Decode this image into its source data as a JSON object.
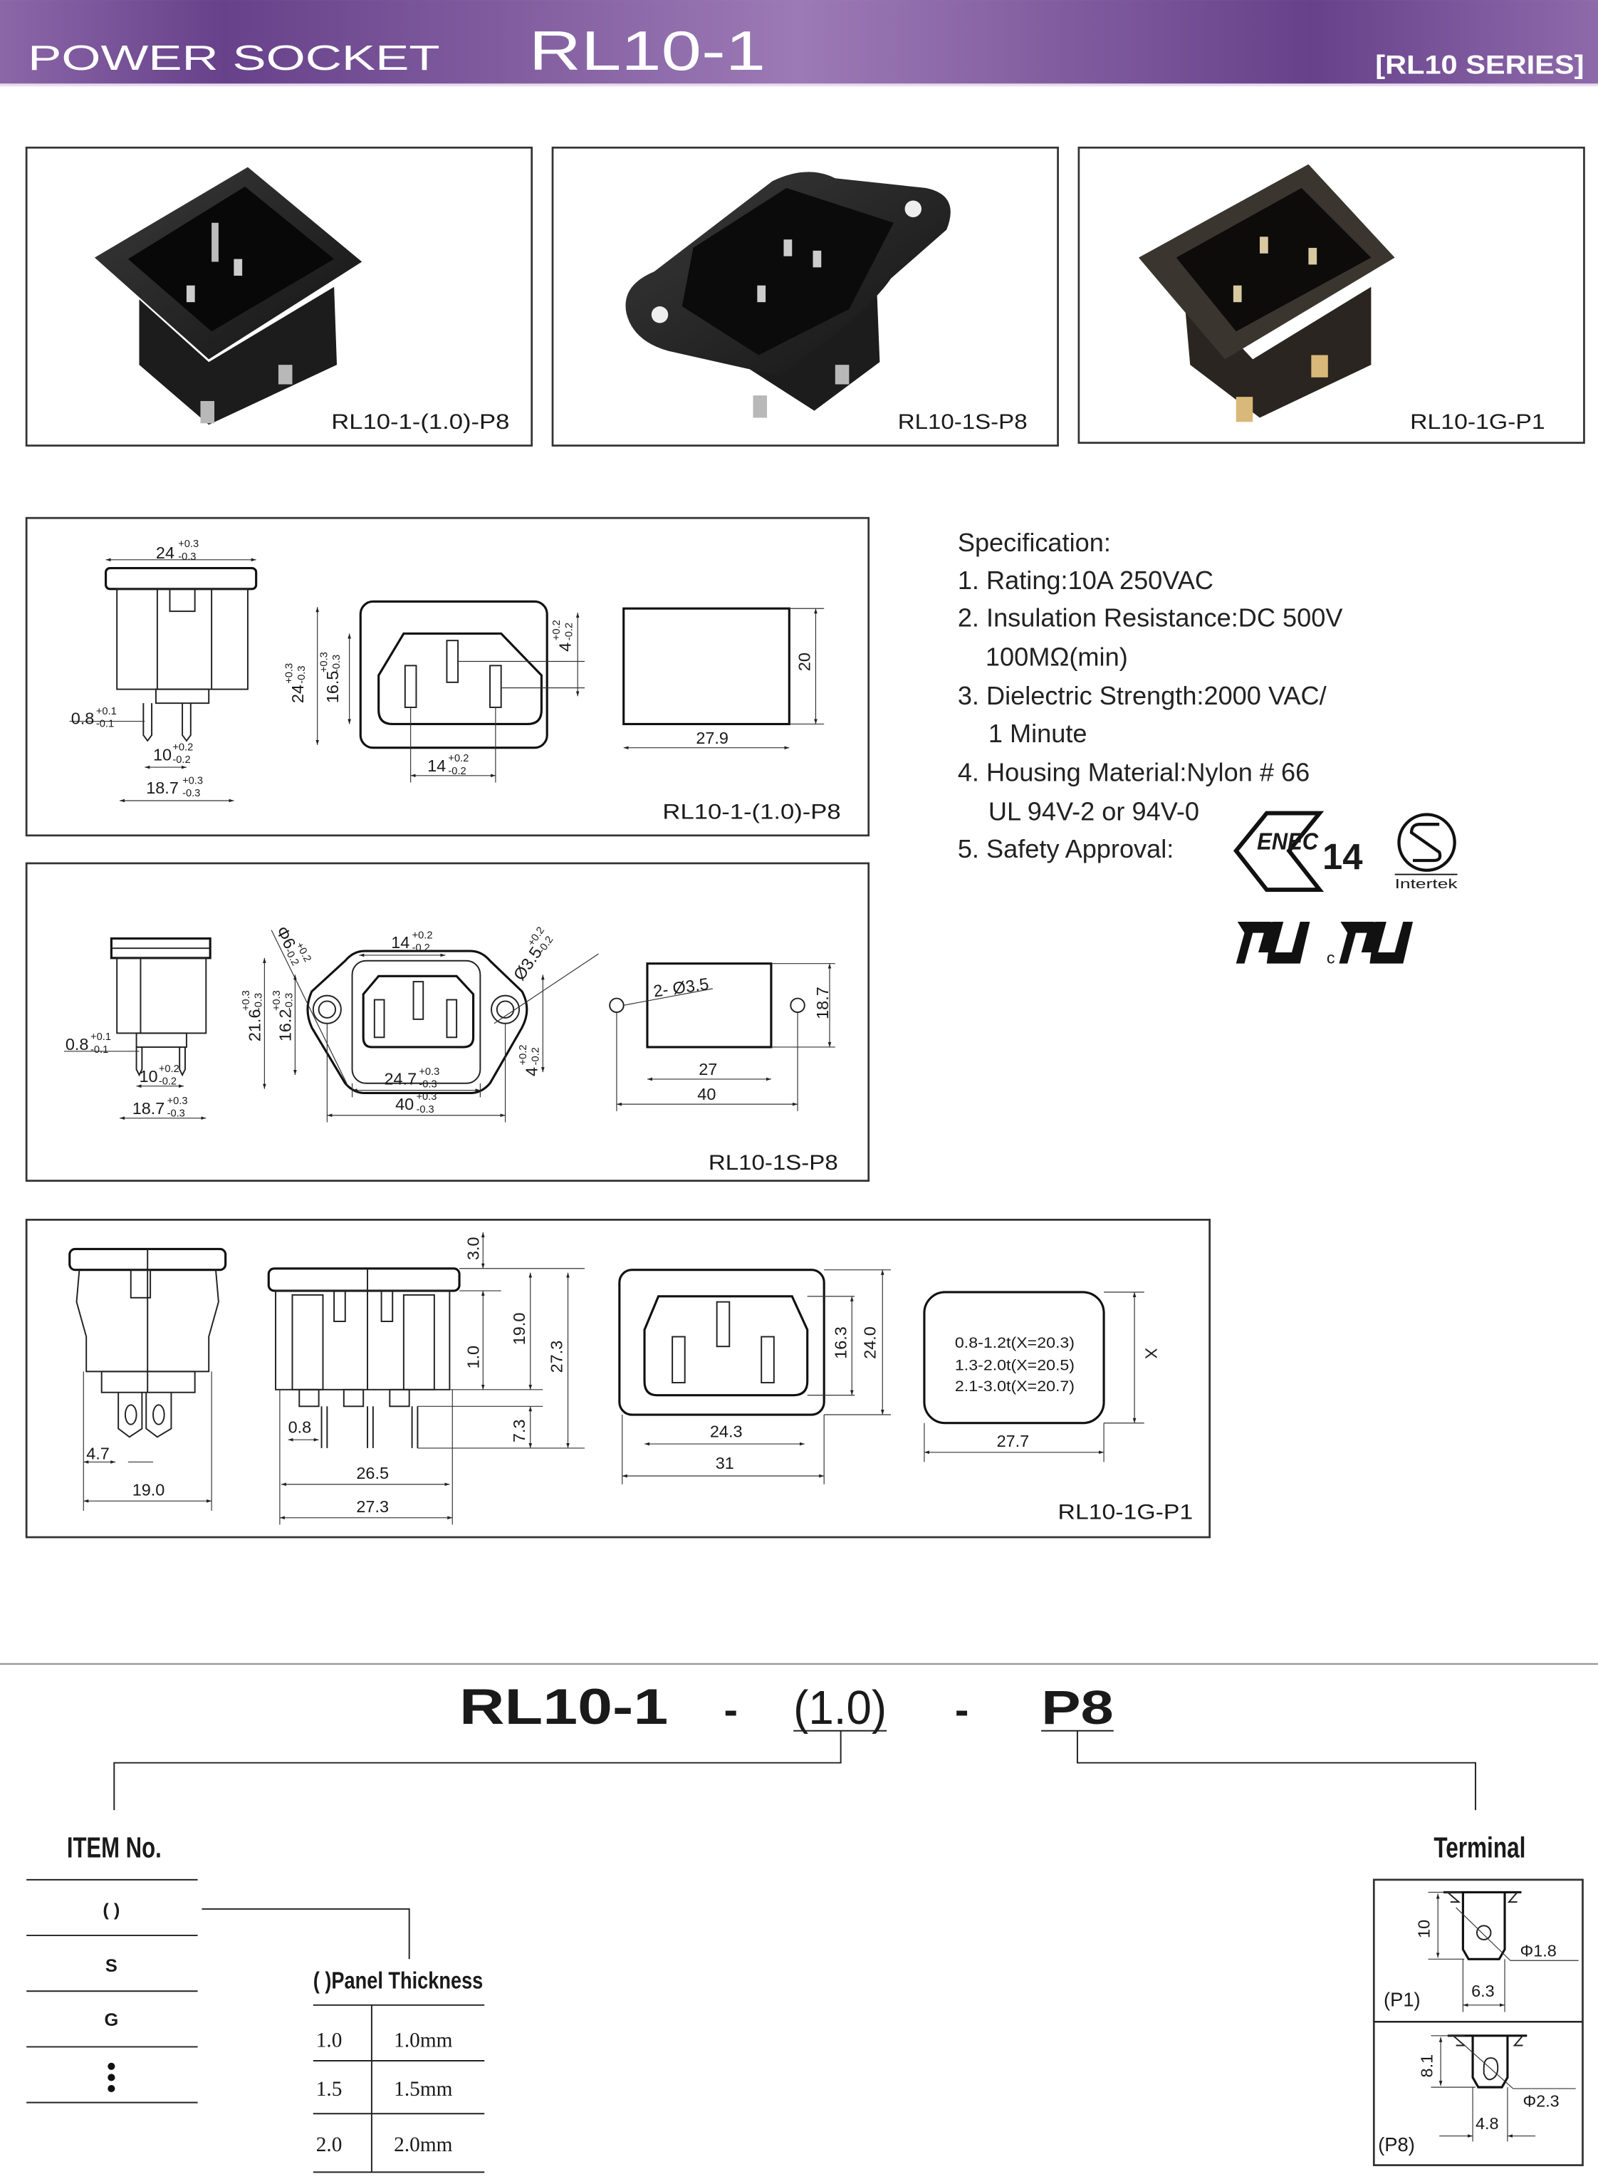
{
  "header": {
    "left": "POWER SOCKET",
    "model": "RL10-1",
    "series": "[RL10 SERIES]",
    "colors": {
      "purple_dark": "#67418a",
      "purple_light": "#9c7ab5"
    }
  },
  "photos": [
    {
      "label": "RL10-1-(1.0)-P8"
    },
    {
      "label": "RL10-1S-P8"
    },
    {
      "label": "RL10-1G-P1"
    }
  ],
  "drawings": {
    "d1": {
      "label": "RL10-1-(1.0)-P8",
      "w24": {
        "v": "24",
        "up": "+0.3",
        "lo": "-0.3"
      },
      "pin08": {
        "v": "0.8",
        "up": "+0.1",
        "lo": "-0.1"
      },
      "pin10": {
        "v": "10",
        "up": "+0.2",
        "lo": "-0.2"
      },
      "w187": {
        "v": "18.7",
        "up": "+0.3",
        "lo": "-0.3"
      },
      "h24": {
        "v": "24",
        "up": "+0.3",
        "lo": "-0.3"
      },
      "h165": {
        "v": "16.5",
        "up": "+0.3",
        "lo": "-0.3"
      },
      "h4": {
        "v": "4",
        "up": "+0.2",
        "lo": "-0.2"
      },
      "w14": {
        "v": "14",
        "up": "+0.2",
        "lo": "-0.2"
      },
      "h20": "20",
      "w279": "27.9"
    },
    "d2": {
      "label": "RL10-1S-P8",
      "pin08": {
        "v": "0.8",
        "up": "+0.1",
        "lo": "-0.1"
      },
      "pin10": {
        "v": "10",
        "up": "+0.2",
        "lo": "-0.2"
      },
      "w187": {
        "v": "18.7",
        "up": "+0.3",
        "lo": "-0.3"
      },
      "phi6": {
        "v": "Φ6",
        "up": "+0.2",
        "lo": "-0.2"
      },
      "w14": {
        "v": "14",
        "up": "+0.2",
        "lo": "-0.2"
      },
      "phi35": {
        "v": "Ø3.5",
        "up": "+0.2",
        "lo": "-0.2"
      },
      "h216": {
        "v": "21.6",
        "up": "+0.3",
        "lo": "-0.3"
      },
      "h162": {
        "v": "16.2",
        "up": "+0.3",
        "lo": "-0.3"
      },
      "h4": {
        "v": "4",
        "up": "+0.2",
        "lo": "-0.2"
      },
      "w247": {
        "v": "24.7",
        "up": "+0.3",
        "lo": "-0.3"
      },
      "w40": {
        "v": "40",
        "up": "+0.3",
        "lo": "-0.3"
      },
      "holes": "2- Ø3.5",
      "h187": "18.7",
      "c27": "27",
      "c40": "40"
    },
    "d3": {
      "label": "RL10-1G-P1",
      "w47": "4.7",
      "w190": "19.0",
      "h30": "3.0",
      "h10": "1.0",
      "h190": "19.0",
      "h273": "27.3",
      "h73": "7.3",
      "p08": "0.8",
      "w265": "26.5",
      "w273": "27.3",
      "h163": "16.3",
      "h240": "24.0",
      "w243": "24.3",
      "w31": "31",
      "notes": [
        "0.8-1.2t(X=20.3)",
        "1.3-2.0t(X=20.5)",
        "2.1-3.0t(X=20.7)"
      ],
      "x": "X",
      "w277": "27.7"
    }
  },
  "specs": {
    "title": "Specification:",
    "lines": [
      "1. Rating:10A  250VAC",
      "2. Insulation Resistance:DC 500V",
      "100MΩ(min)",
      "3. Dielectric Strength:2000 VAC/",
      "1 Minute",
      "4. Housing Material:Nylon # 66",
      "UL 94V-2 or 94V-0",
      "5. Safety Approval:"
    ]
  },
  "approvals": {
    "enec": "ENEC",
    "enec_num": "14",
    "intertek": "Intertek",
    "ul_c": "c"
  },
  "part_number": {
    "base": "RL10-1",
    "sep1": "-",
    "thickness": "(1.0)",
    "sep2": "-",
    "terminal": "P8"
  },
  "item": {
    "title": "ITEM No.",
    "rows": [
      "( )",
      "S",
      "G"
    ]
  },
  "panel": {
    "title": "( )Panel Thickness",
    "rows": [
      {
        "code": "1.0",
        "value": "1.0mm"
      },
      {
        "code": "1.5",
        "value": "1.5mm"
      },
      {
        "code": "2.0",
        "value": "2.0mm"
      }
    ]
  },
  "terminal": {
    "title": "Terminal",
    "p1": {
      "label": "(P1)",
      "h": "10",
      "dia": "Φ1.8",
      "w": "6.3"
    },
    "p8": {
      "label": "(P8)",
      "h": "8.1",
      "dia": "Φ2.3",
      "w": "4.8"
    }
  }
}
